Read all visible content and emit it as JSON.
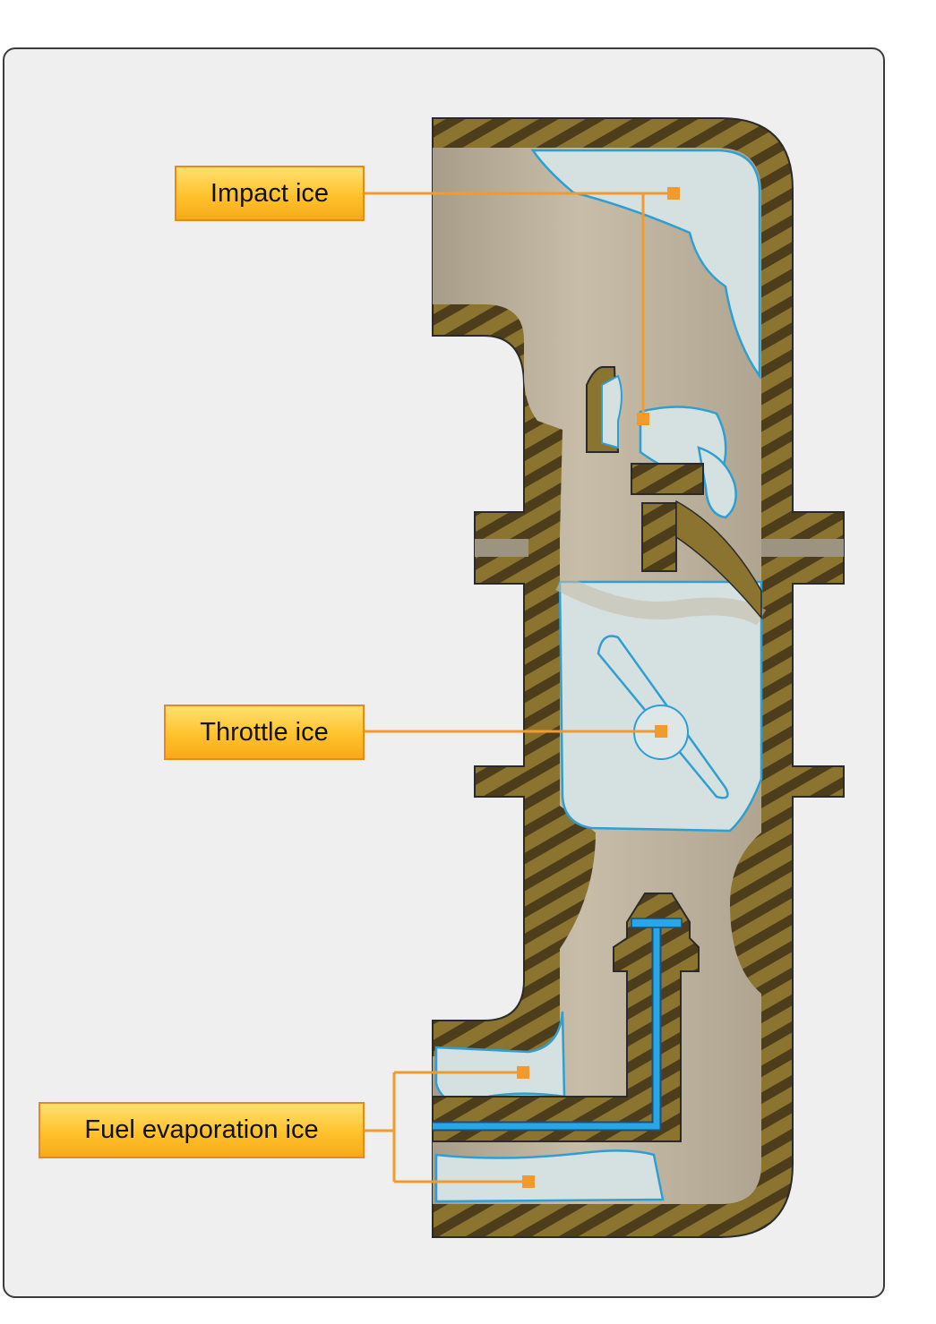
{
  "labels": {
    "impact_ice": "Impact ice",
    "throttle_ice": "Throttle ice",
    "fuel_evaporation_ice": "Fuel evaporation ice"
  },
  "colors": {
    "housing": "#8a7430",
    "housing_stripe": "#4a3a1a",
    "airflow": "#bdb39f",
    "ice": "#d5e1e1",
    "ice_edge": "#2f9fd2",
    "fuel_line": "#29a6e6",
    "label_fill": "#ffc22c",
    "leader": "#f39a2c"
  }
}
